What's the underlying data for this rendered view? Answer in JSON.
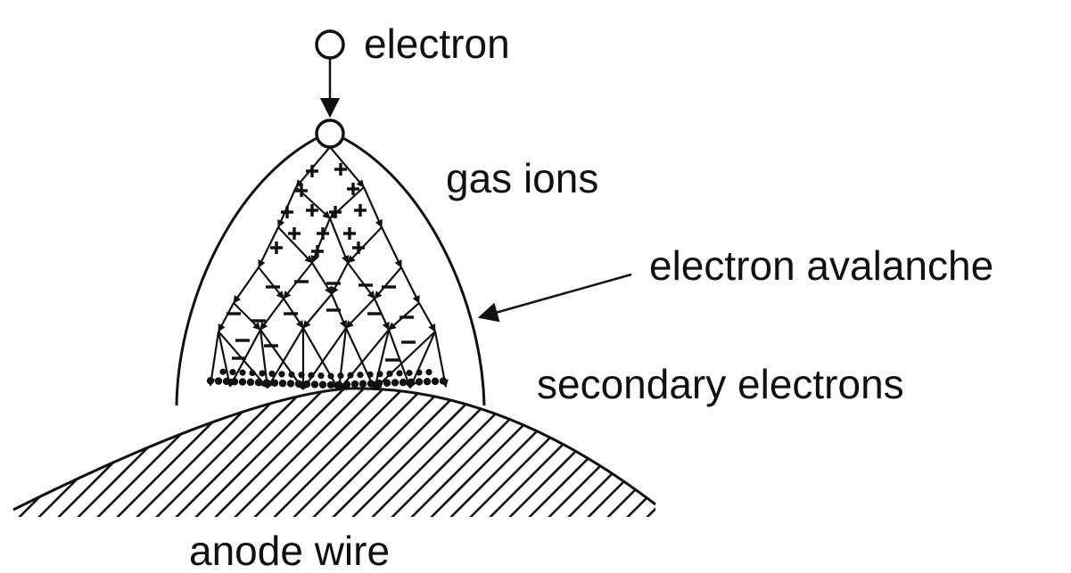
{
  "labels": {
    "electron": "electron",
    "gas_ions": "gas ions",
    "electron_avalanche": "electron avalanche",
    "secondary_electrons": "secondary electrons",
    "anode_wire": "anode wire"
  },
  "colors": {
    "ink": "#111111",
    "background": "#ffffff"
  }
}
